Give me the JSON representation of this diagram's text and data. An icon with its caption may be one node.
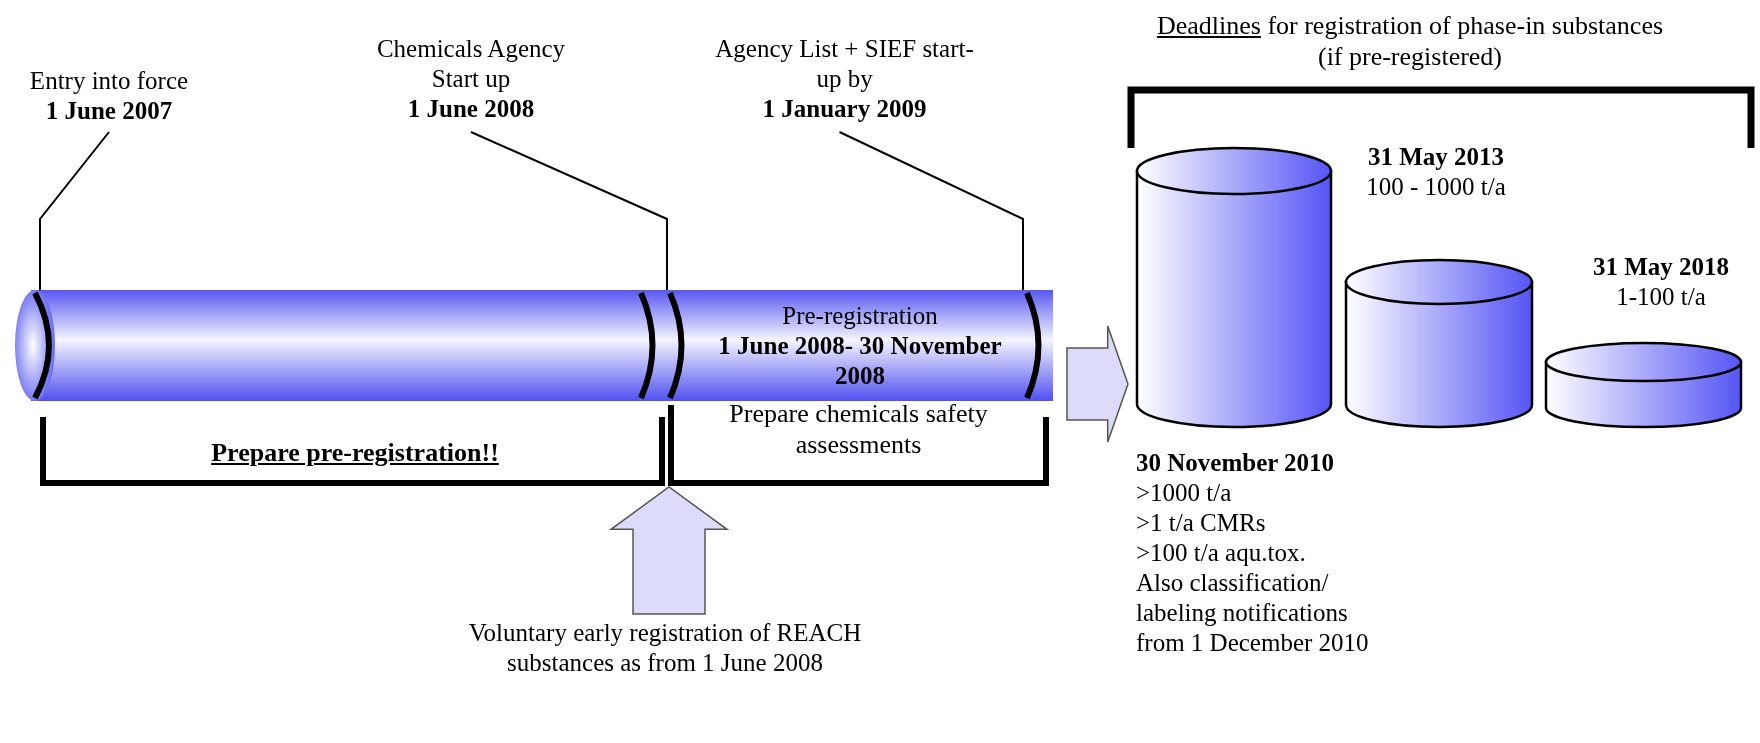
{
  "diagram": {
    "nodes": [
      {
        "text": [
          "Entry into force",
          "1 June 2007"
        ]
      },
      {
        "text": [
          "Chemicals Agency Start up",
          "1 June 2008"
        ]
      },
      {
        "text": [
          "Agency List + SIEF start-up by",
          "1 January 2009"
        ]
      },
      {
        "text": [],
        "shape": "cylinder"
      },
      {
        "text": [
          "Pre-registration",
          "1 June 2008- 30 November 2008"
        ]
      },
      {
        "text": [],
        "shape": "cylinder",
        "beside": [
          "30 November 2010",
          ">1000 t/a",
          ">1 t/a CMRs",
          ">100 t/a aqu.tox.",
          "Also classification/ labeling notifications from 1 December 2010"
        ]
      },
      {
        "text": [],
        "shape": "cylinder",
        "beside": [
          "31 May 2013",
          "100 - 1000 t/a"
        ]
      },
      {
        "text": [],
        "shape": "cylinder",
        "beside": [
          "31 May 2018",
          "1-100 t/a"
        ]
      },
      {
        "text": [
          "Voluntary early registration of REACH substances as from 1 June 2008"
        ]
      }
    ],
    "edges": [
      {
        "from": 0,
        "to": 3,
        "arrow": "none"
      },
      {
        "from": 1,
        "to": 4,
        "arrow": "none"
      },
      {
        "from": 2,
        "to": 4,
        "arrow": "none"
      },
      {
        "from": 4,
        "to": 5,
        "arrow": "to",
        "style": "thick"
      },
      {
        "from": 8,
        "to": null,
        "arrow": "to",
        "style": "thick"
      }
    ],
    "labels": [
      "Prepare pre-registration!!",
      "Prepare chemicals safety assessments",
      "Deadlines for registration of phase-in substances (if pre-registered)"
    ]
  }
}
